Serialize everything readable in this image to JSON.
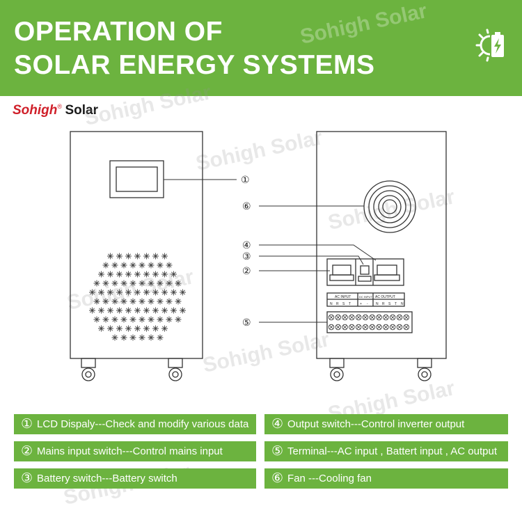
{
  "header": {
    "title_line1": "OPERATION OF",
    "title_line2": "SOLAR ENERGY SYSTEMS",
    "icon": "solar-battery-icon",
    "background_color": "#6cb33f"
  },
  "logo": {
    "part1": "Sohigh",
    "registered": "®",
    "part2": "Solar",
    "color_red": "#d0202a"
  },
  "watermark": "Sohigh Solar",
  "callouts": {
    "c1": "①",
    "c2": "②",
    "c3": "③",
    "c4": "④",
    "c5": "⑤",
    "c6": "⑥"
  },
  "terminal_labels": {
    "ac_input": "AC INPUT",
    "dc_input": "DC INPUT",
    "ac_output": "AC OUTPUT",
    "pins": [
      "N",
      "R",
      "S",
      "T",
      "+",
      "-",
      "N",
      "R",
      "S",
      "T",
      "N"
    ]
  },
  "legend": [
    {
      "num": "①",
      "text": "LCD Dispaly---Check and modify various data"
    },
    {
      "num": "④",
      "text": "Output switch---Control inverter output"
    },
    {
      "num": "②",
      "text": "Mains input switch---Control mains input"
    },
    {
      "num": "⑤",
      "text": "Terminal---AC input , Battert input , AC output"
    },
    {
      "num": "③",
      "text": "Battery switch---Battery switch"
    },
    {
      "num": "⑥",
      "text": "Fan ---Cooling fan"
    }
  ]
}
